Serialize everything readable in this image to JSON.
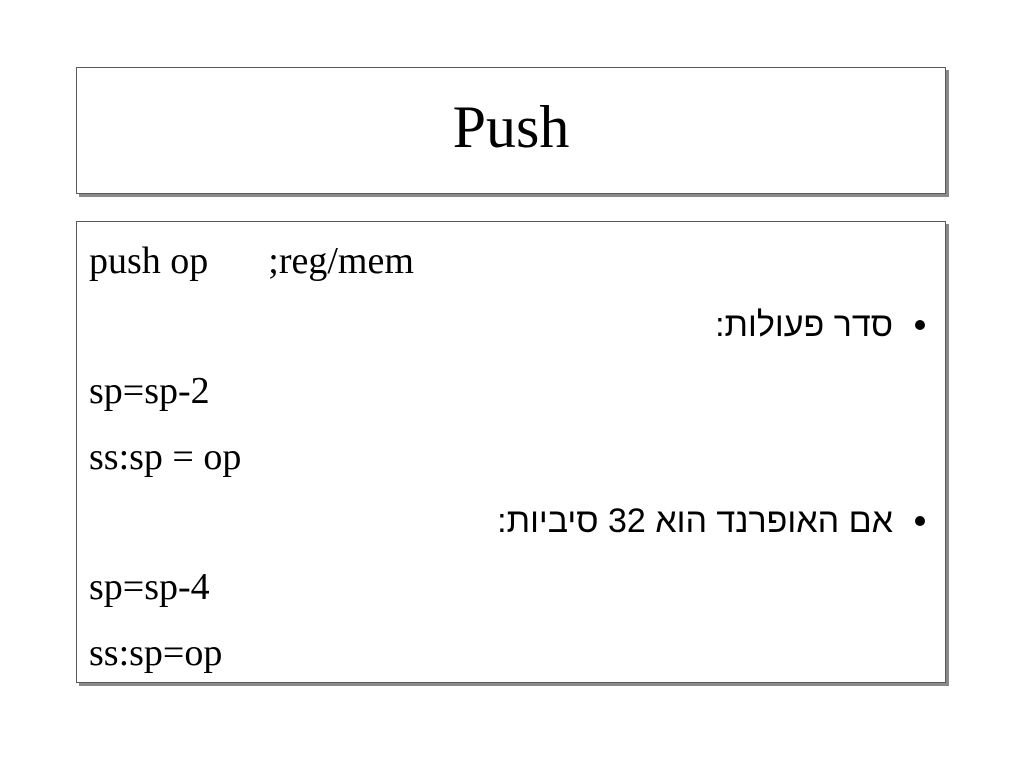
{
  "slide": {
    "title": "Push",
    "lines": [
      {
        "kind": "code",
        "text_a": "push op",
        "text_b": ";reg/mem"
      },
      {
        "kind": "bullet",
        "text": "סדר פעולות:"
      },
      {
        "kind": "code",
        "text": "sp=sp-2"
      },
      {
        "kind": "code",
        "text": "ss:sp = op"
      },
      {
        "kind": "bullet",
        "text": "אם האופרנד הוא 32 סיביות:"
      },
      {
        "kind": "code",
        "text": "sp=sp-4"
      },
      {
        "kind": "code",
        "text": "ss:sp=op"
      }
    ]
  }
}
